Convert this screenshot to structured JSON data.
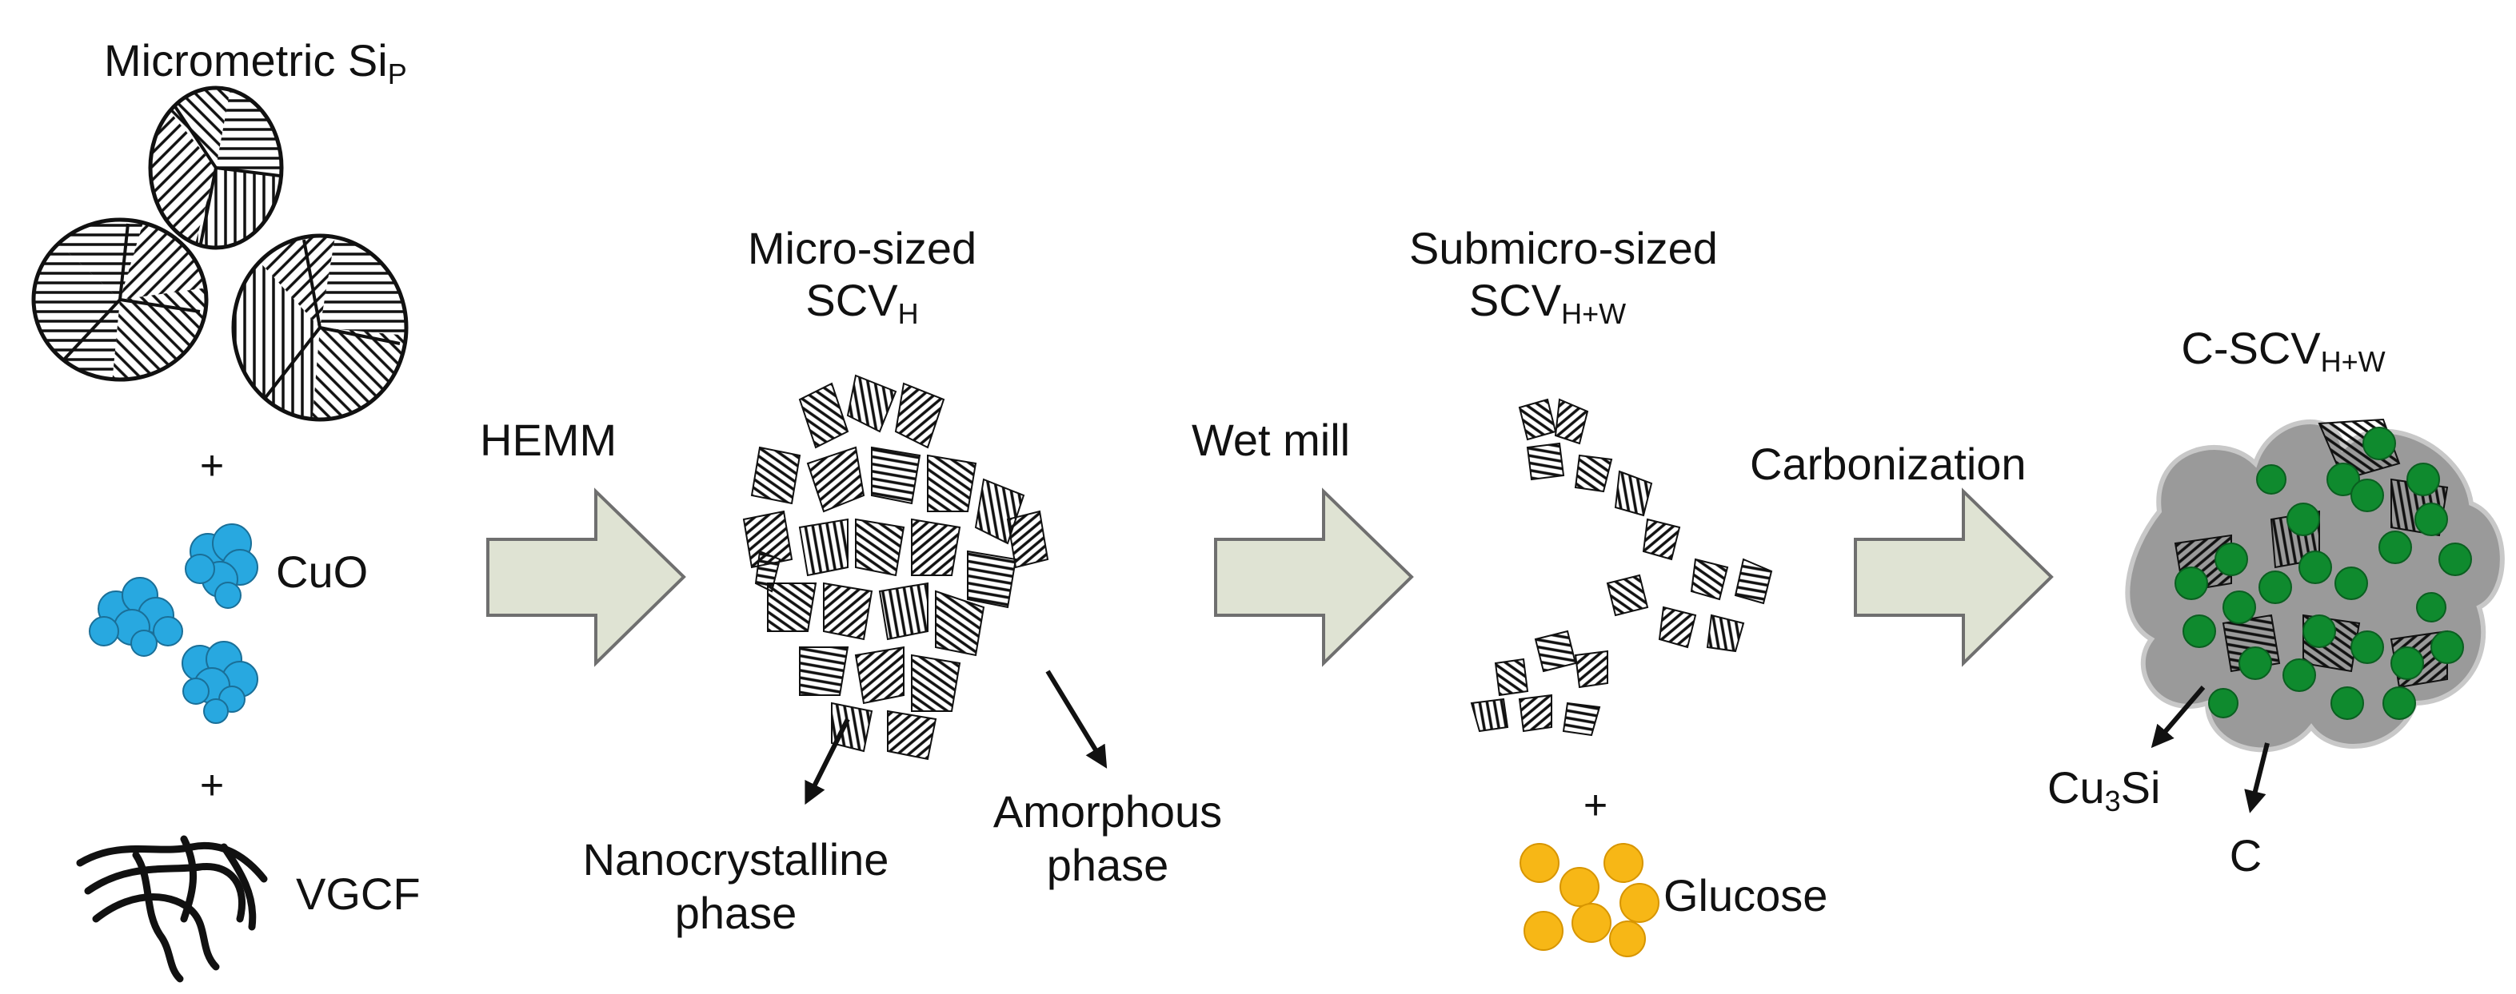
{
  "labels": {
    "micrometric_si": "Micrometric Si",
    "micrometric_si_sub": "P",
    "plus": "+",
    "cuo": "CuO",
    "vgcf": "VGCF",
    "hemm": "HEMM",
    "micro_sized_line1": "Micro-sized",
    "micro_sized_line2": "SCV",
    "micro_sized_sub": "H",
    "nanocrystalline_line1": "Nanocrystalline",
    "nanocrystalline_line2": "phase",
    "amorphous_line1": "Amorphous",
    "amorphous_line2": "phase",
    "wet_mill": "Wet mill",
    "submicro_line1": "Submicro-sized",
    "submicro_line2": "SCV",
    "submicro_sub": "H+W",
    "glucose": "Glucose",
    "carbonization": "Carbonization",
    "c_scv": "C-SCV",
    "c_scv_sub": "H+W",
    "cu3si_pre": "Cu",
    "cu3si_sub": "3",
    "cu3si_post": "Si",
    "c": "C"
  },
  "colors": {
    "arrow_fill": "#dfe3d3",
    "arrow_stroke": "#6f6f6f",
    "cuo": "#28a8e0",
    "glucose": "#f7b716",
    "cu3si": "#0f8a2e",
    "carbon": "#9a9a9a",
    "hatch": "#111111"
  }
}
